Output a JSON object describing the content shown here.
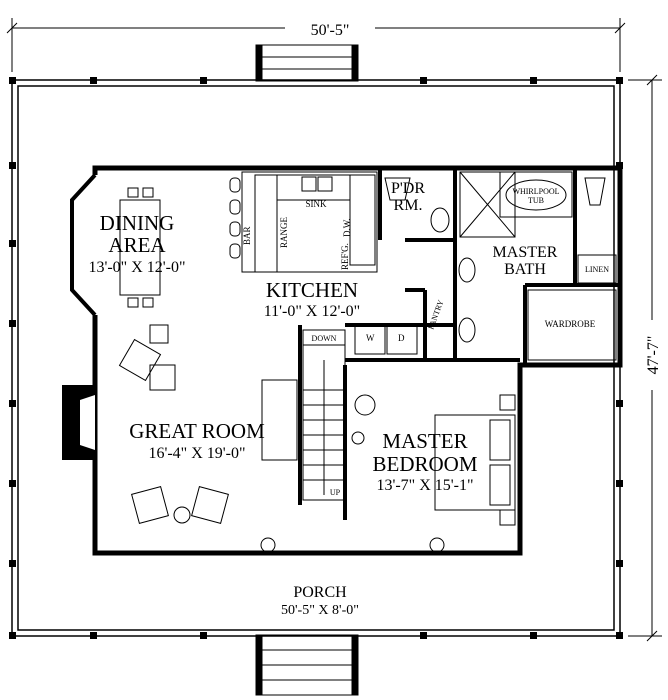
{
  "dimensions": {
    "width": "50'-5\"",
    "depth": "47'-7\""
  },
  "rooms": {
    "dining": {
      "name_line1": "DINING",
      "name_line2": "AREA",
      "size": "13'-0\" X 12'-0\""
    },
    "kitchen": {
      "name": "KITCHEN",
      "size": "11'-0\" X 12'-0\""
    },
    "great_room": {
      "name": "GREAT ROOM",
      "size": "16'-4\" X 19'-0\""
    },
    "master_bedroom": {
      "name_line1": "MASTER",
      "name_line2": "BEDROOM",
      "size": "13'-7\" X 15'-1\""
    },
    "powder_room": {
      "name_line1": "P'DR",
      "name_line2": "RM."
    },
    "master_bath": {
      "name_line1": "MASTER",
      "name_line2": "BATH"
    },
    "porch": {
      "name": "PORCH",
      "size": "50'-5\" X 8'-0\""
    }
  },
  "fixtures": {
    "sink": "SINK",
    "range": "RANGE",
    "bar": "BAR",
    "refrigerator": "REF'G.",
    "dishwasher": "D.W.",
    "whirlpool_line1": "WHIRLPOOL",
    "whirlpool_line2": "TUB",
    "linen": "LINEN",
    "wardrobe": "WARDROBE",
    "pantry": "PANTRY",
    "washer": "W",
    "dryer": "D",
    "stairs_down": "DOWN",
    "stairs_up": "UP"
  }
}
